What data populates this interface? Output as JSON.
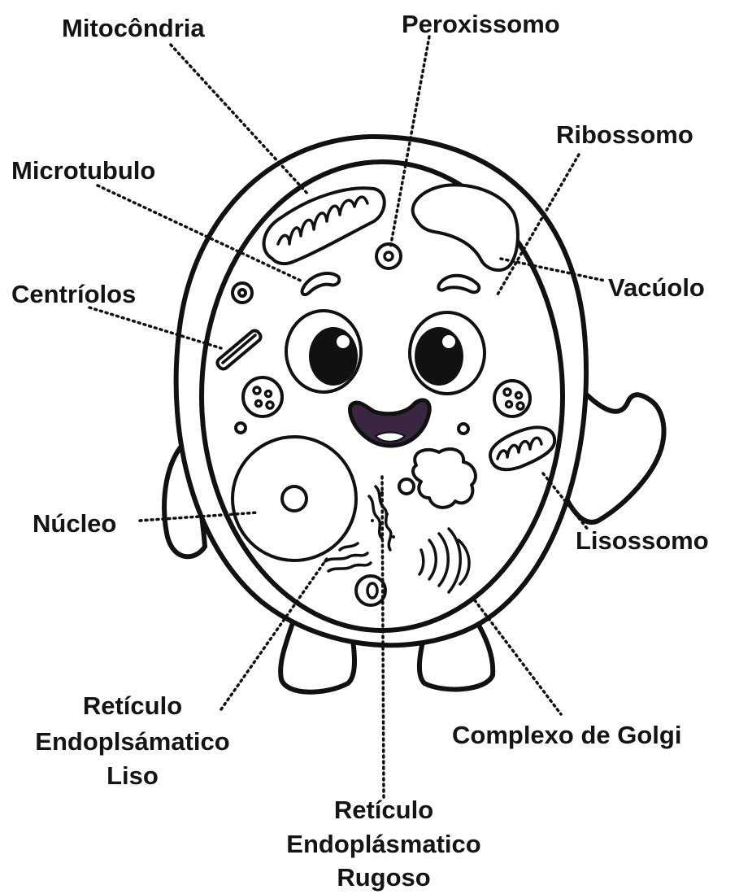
{
  "labels": {
    "mitocondria": "Mitocôndria",
    "peroxissomo": "Peroxissomo",
    "ribossomo": "Ribossomo",
    "microtubulo": "Microtubulo",
    "vacuolo": "Vacúolo",
    "centriolos": "Centríolos",
    "nucleo": "Núcleo",
    "lisossomo": "Lisossomo",
    "rel_line1": "Retículo",
    "rel_line2": "Endoplsámatico",
    "rel_line3": "Liso",
    "golgi": "Complexo de Golgi",
    "rer_line1": "Retículo",
    "rer_line2": "Endoplásmatico",
    "rer_line3": "Rugoso"
  },
  "colors": {
    "outline": "#111111",
    "mouth": "#3b2642",
    "background": "#ffffff"
  }
}
